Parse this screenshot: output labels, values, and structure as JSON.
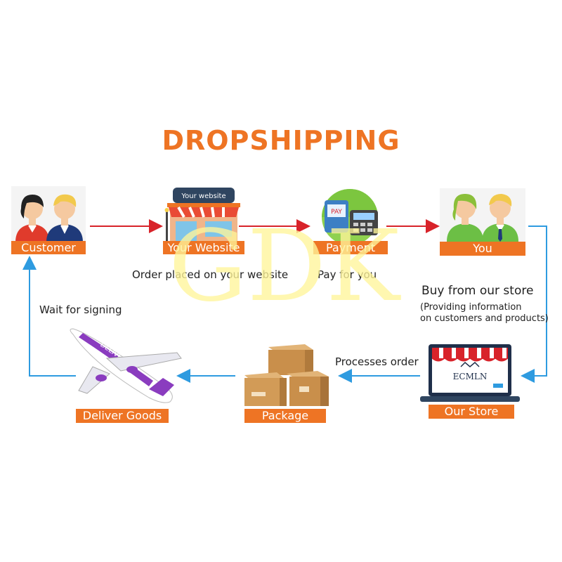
{
  "title": "DROPSHIPPING",
  "watermark": "GDK",
  "colors": {
    "accent": "#ee7424",
    "flow_red": "#d8232a",
    "flow_blue": "#2e9be0",
    "watermark": "#fff59a"
  },
  "nodes": {
    "customer": {
      "label": "Customer",
      "icon": "two-person-icon"
    },
    "website": {
      "label": "Your Website",
      "sign": "Your website",
      "icon": "storefront-icon"
    },
    "payment": {
      "label": "Payment",
      "icon": "payment-terminal-icon"
    },
    "you": {
      "label": "You",
      "icon": "two-person-icon"
    },
    "store": {
      "label": "Our Store",
      "brand": "ECMLN",
      "icon": "laptop-store-icon"
    },
    "package": {
      "label": "Package",
      "icon": "cardboard-boxes-icon"
    },
    "deliver": {
      "label": "Deliver Goods",
      "plane_text": "DELIVERY",
      "icon": "airplane-icon"
    }
  },
  "captions": {
    "order_placed": "Order placed on your website",
    "pay_for_you": "Pay for you",
    "buy_from_store": "Buy from our store",
    "providing_1": "(Providing information",
    "providing_2": "on customers and products)",
    "processes_order": "Processes order",
    "wait_signing": "Wait for signing"
  }
}
